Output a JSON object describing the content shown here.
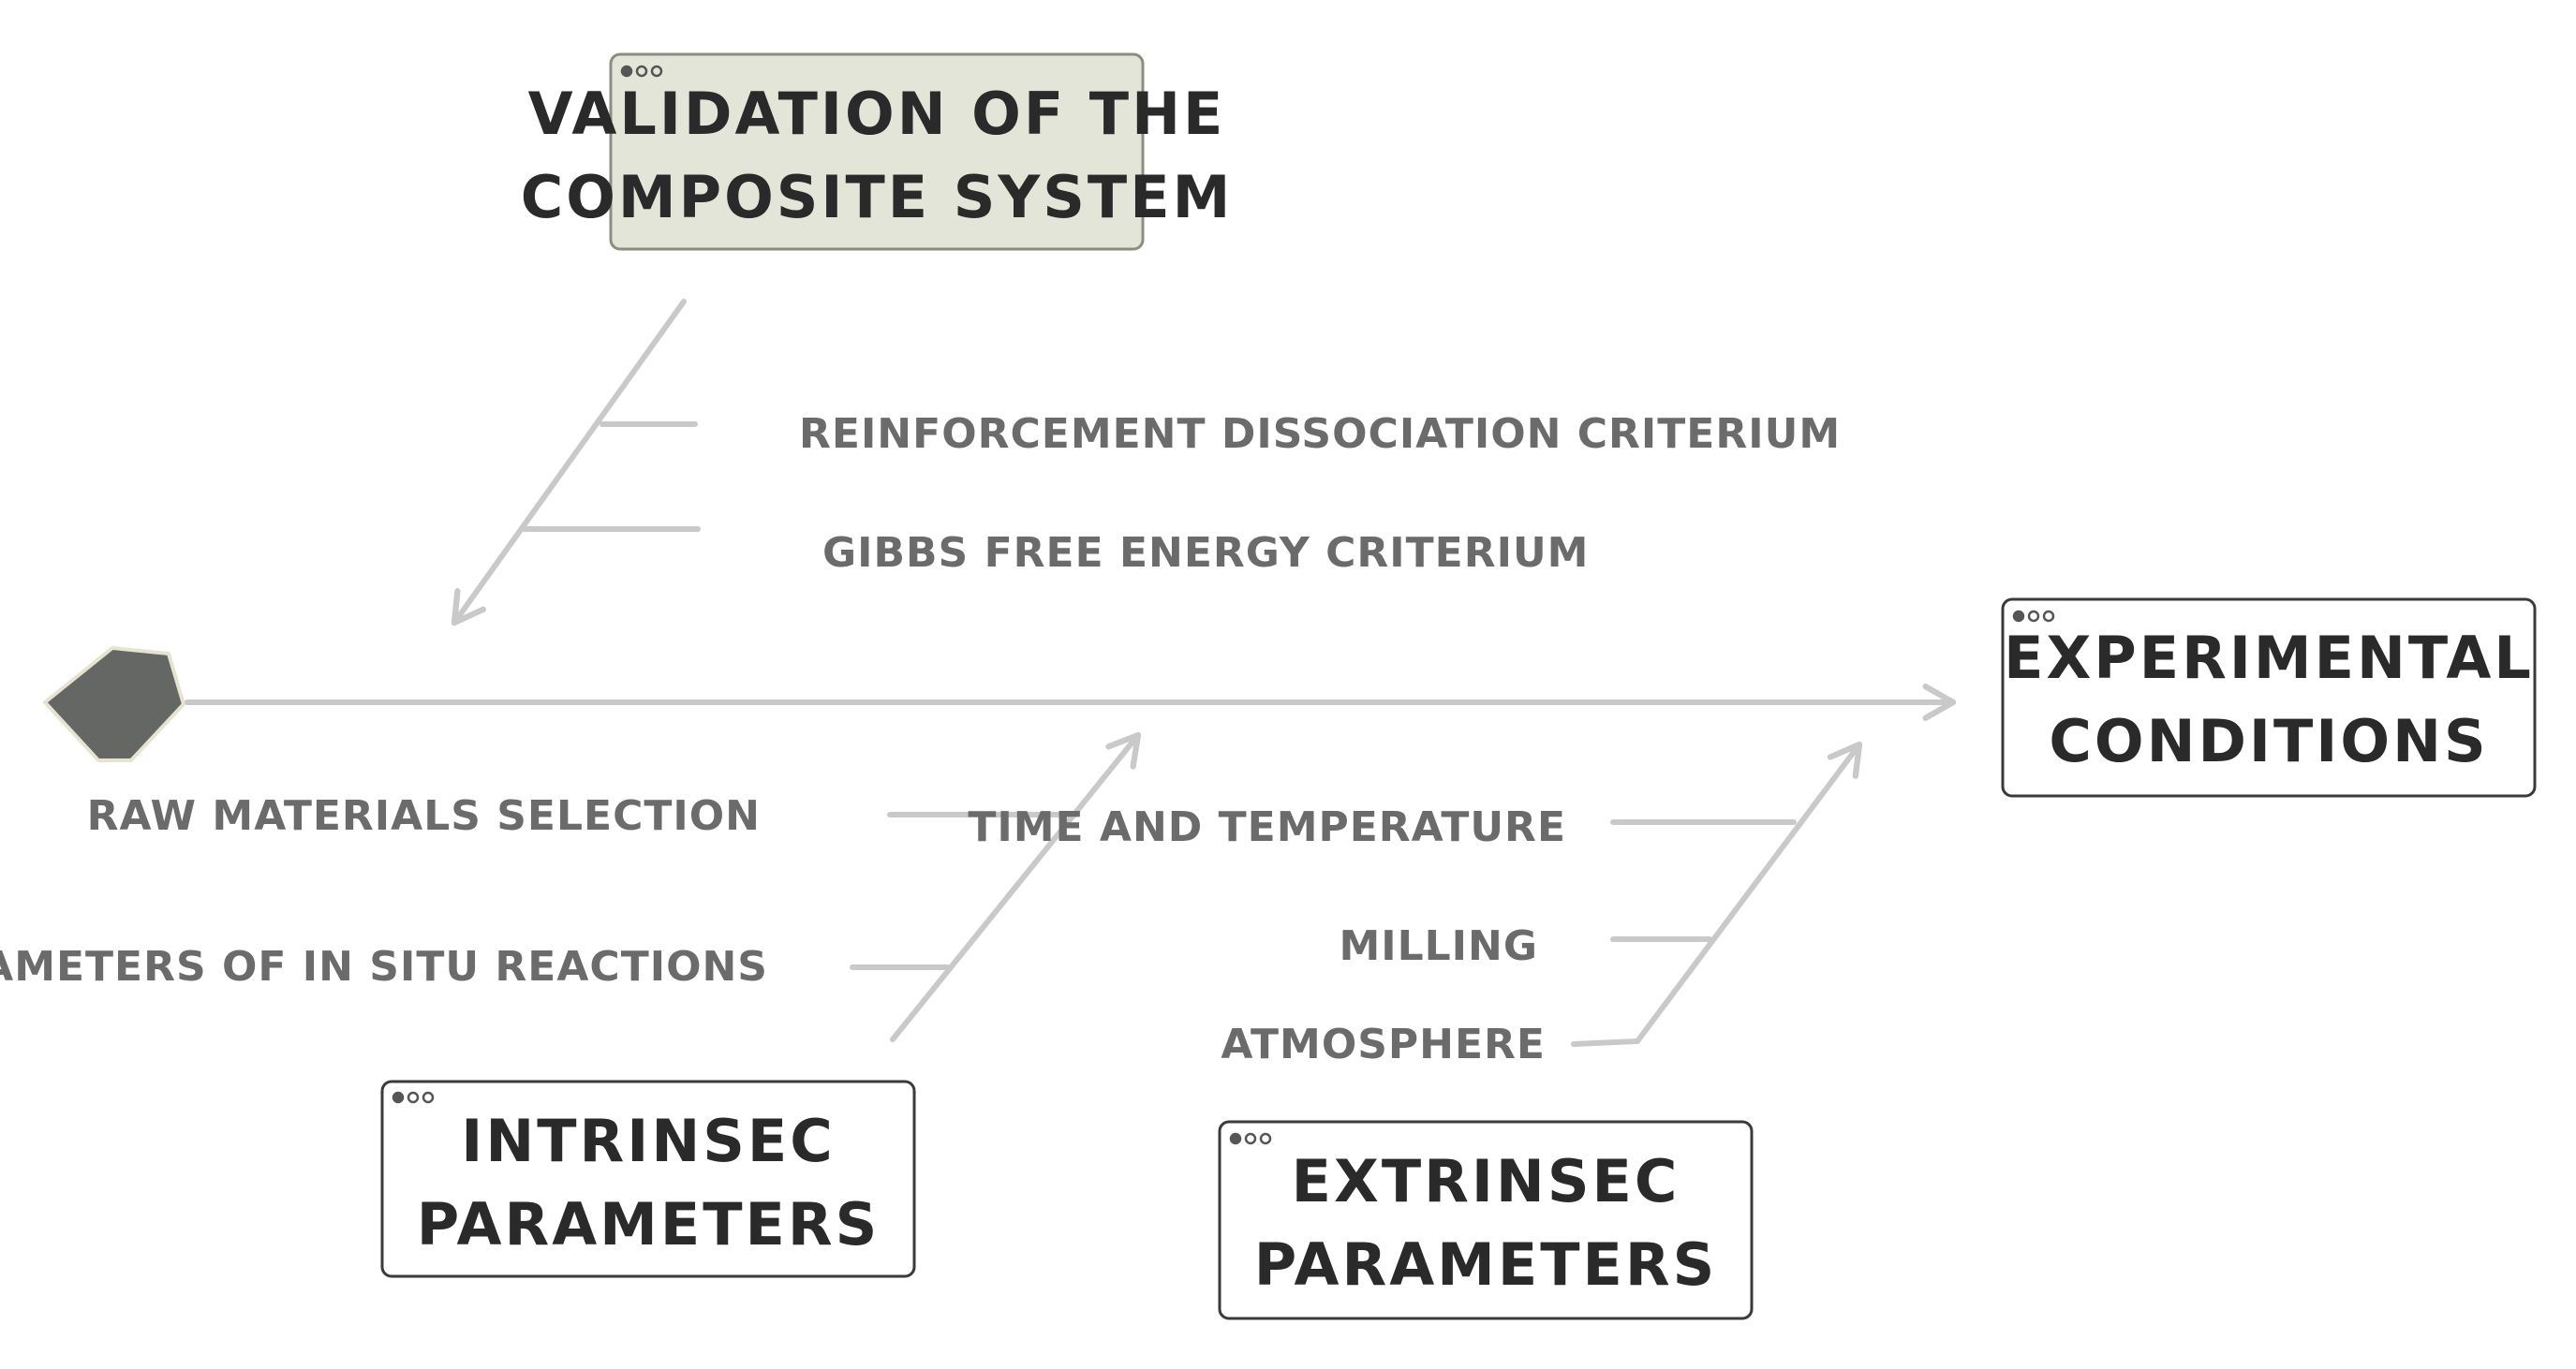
{
  "boxes": {
    "validation": {
      "line1": "VALIDATION OF THE",
      "line2": "COMPOSITE SYSTEM"
    },
    "experimental": {
      "line1": "EXPERIMENTAL",
      "line2": "CONDITIONS"
    },
    "intrinsec": {
      "line1": "INTRINSEC",
      "line2": "PARAMETERS"
    },
    "extrinsec": {
      "line1": "EXTRINSEC",
      "line2": "PARAMETERS"
    }
  },
  "causes": {
    "validation": [
      "REINFORCEMENT DISSOCIATION CRITERIUM",
      "GIBBS FREE ENERGY CRITERIUM"
    ],
    "intrinsec": [
      "RAW MATERIALS SELECTION",
      "PARAMETERS OF IN SITU REACTIONS"
    ],
    "extrinsec": [
      "TIME AND TEMPERATURE",
      "MILLING",
      "ATMOSPHERE"
    ]
  },
  "colors": {
    "highlight_box": "#e3e5d8",
    "bones": "#c9c9c9",
    "head_diamond": "#646764",
    "label_text": "#6b6b6b"
  }
}
